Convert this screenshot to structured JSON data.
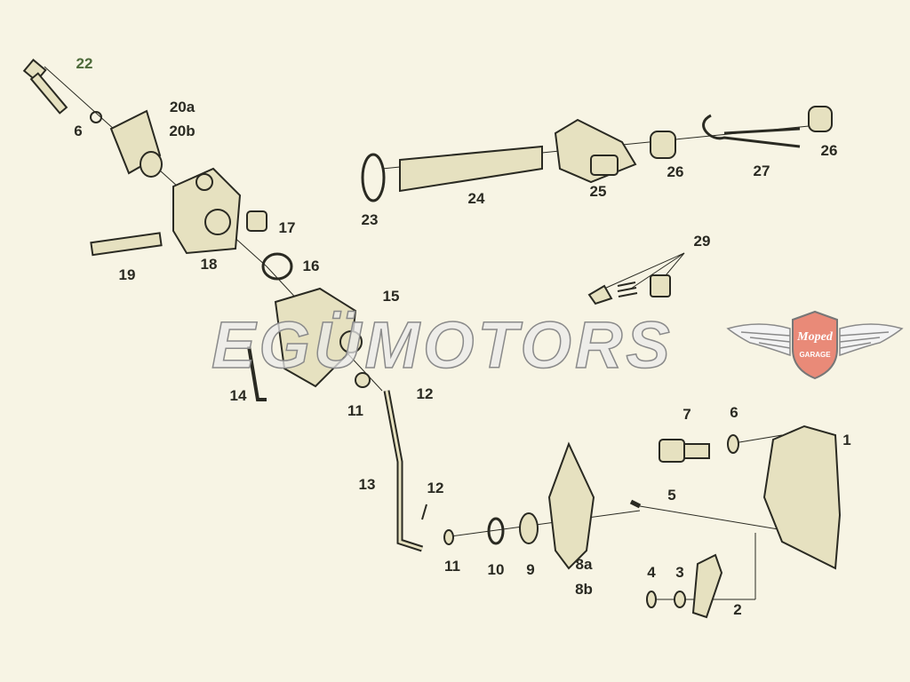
{
  "diagram": {
    "labels": {
      "l22": "22",
      "l6a": "6",
      "l20a": "20a",
      "l20b": "20b",
      "l17": "17",
      "l19": "19",
      "l18": "18",
      "l16": "16",
      "l14": "14",
      "l15": "15",
      "l12a": "12",
      "l11a": "11",
      "l13": "13",
      "l12b": "12",
      "l11b": "11",
      "l10": "10",
      "l9": "9",
      "l8a": "8a",
      "l8b": "8b",
      "l23": "23",
      "l24": "24",
      "l25": "25",
      "l26a": "26",
      "l27": "27",
      "l26b": "26",
      "l29": "29",
      "l7": "7",
      "l6b": "6",
      "l1": "1",
      "l5": "5",
      "l4": "4",
      "l3": "3",
      "l2": "2"
    }
  },
  "watermark": "EGÜMOTORS",
  "logo": {
    "line1": "Moped",
    "line2": "GARAGE",
    "shield_color": "#e98a78"
  },
  "colors": {
    "background": "#f7f4e4",
    "part_fill": "#e6e1c0",
    "outline": "#2a2a22"
  }
}
